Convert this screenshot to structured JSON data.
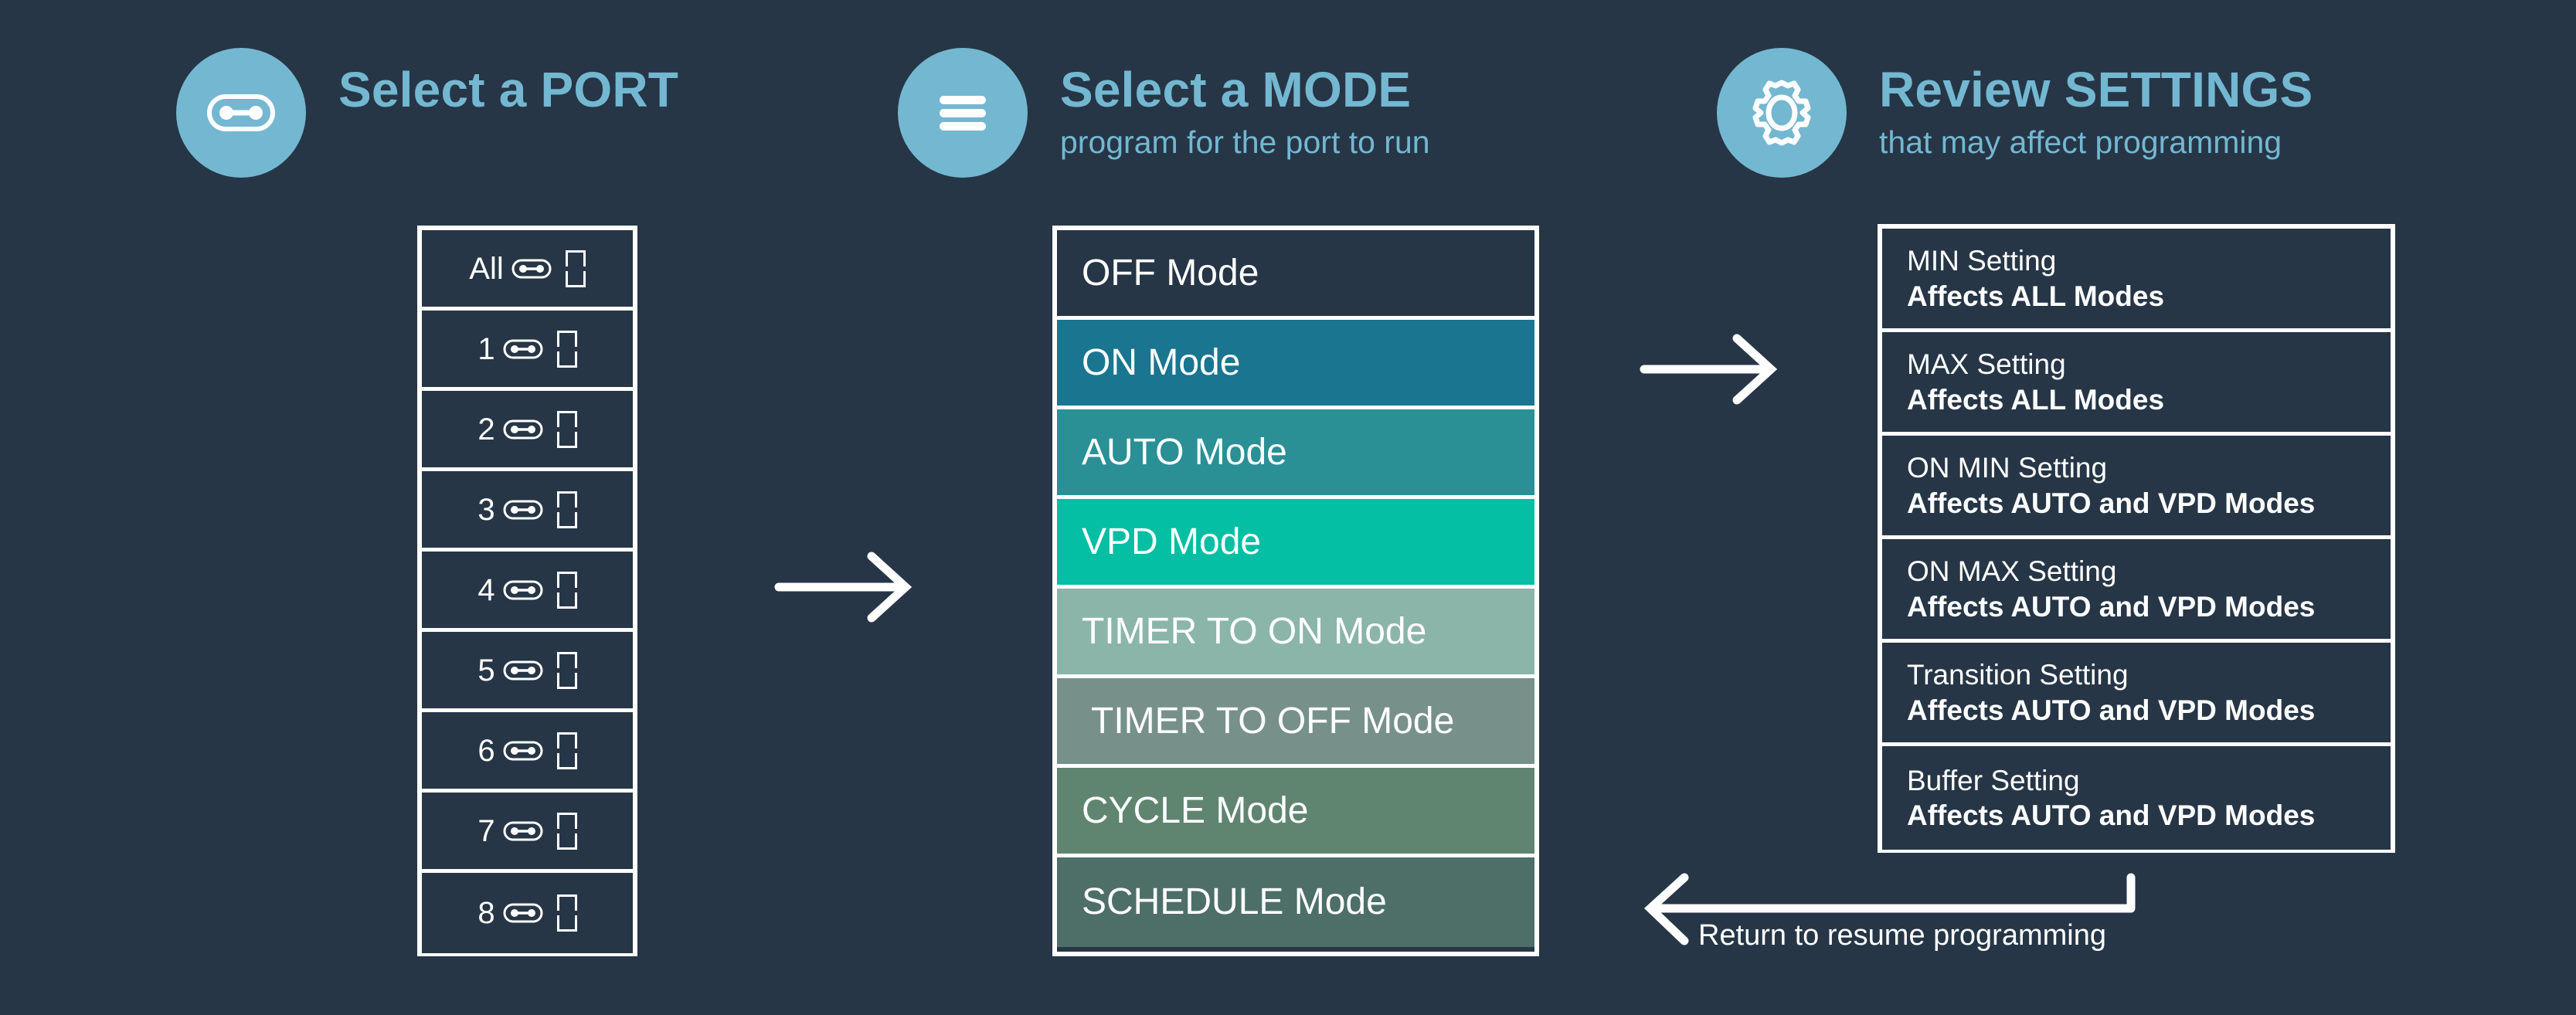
{
  "background_color": "#263646",
  "accent_color": "#74b7d1",
  "border_color": "#ffffff",
  "steps": [
    {
      "icon": "port-connector-icon",
      "title": "Select a PORT",
      "subtitle": ""
    },
    {
      "icon": "hamburger-menu-icon",
      "title": "Select a MODE",
      "subtitle": "program for the port to run"
    },
    {
      "icon": "gear-icon",
      "title": "Review SETTINGS",
      "subtitle": "that may affect programming"
    }
  ],
  "ports": {
    "rows": [
      {
        "label": "All",
        "icon": "port-connector-icon",
        "glyph": "missing-glyph-box"
      },
      {
        "label": "1",
        "icon": "port-connector-icon",
        "glyph": "missing-glyph-box"
      },
      {
        "label": "2",
        "icon": "port-connector-icon",
        "glyph": "missing-glyph-box"
      },
      {
        "label": "3",
        "icon": "port-connector-icon",
        "glyph": "missing-glyph-box"
      },
      {
        "label": "4",
        "icon": "port-connector-icon",
        "glyph": "missing-glyph-box"
      },
      {
        "label": "5",
        "icon": "port-connector-icon",
        "glyph": "missing-glyph-box"
      },
      {
        "label": "6",
        "icon": "port-connector-icon",
        "glyph": "missing-glyph-box"
      },
      {
        "label": "7",
        "icon": "port-connector-icon",
        "glyph": "missing-glyph-box"
      },
      {
        "label": "8",
        "icon": "port-connector-icon",
        "glyph": "missing-glyph-box"
      }
    ]
  },
  "modes": {
    "rows": [
      {
        "label": "OFF Mode",
        "color": "#263646"
      },
      {
        "label": "ON Mode",
        "color": "#1a7590"
      },
      {
        "label": "AUTO Mode",
        "color": "#2b8f96"
      },
      {
        "label": "VPD Mode",
        "color": "#04bfa3"
      },
      {
        "label": "TIMER TO ON Mode",
        "color": "#8bb5a9"
      },
      {
        "label": "TIMER TO OFF Mode",
        "color": "#77918a"
      },
      {
        "label": "CYCLE Mode",
        "color": "#5f8570"
      },
      {
        "label": "SCHEDULE Mode",
        "color": "#4d6f68"
      }
    ]
  },
  "settings": {
    "rows": [
      {
        "title": "MIN Setting",
        "affects": "Affects ALL Modes"
      },
      {
        "title": "MAX Setting",
        "affects": "Affects ALL Modes"
      },
      {
        "title": "ON MIN Setting",
        "affects": "Affects AUTO and VPD Modes"
      },
      {
        "title": "ON MAX Setting",
        "affects": "Affects AUTO and VPD Modes"
      },
      {
        "title": "Transition Setting",
        "affects": "Affects AUTO and VPD Modes"
      },
      {
        "title": "Buffer Setting",
        "affects": "Affects AUTO and VPD Modes"
      }
    ]
  },
  "arrows": {
    "port_to_mode": "arrow-right-icon",
    "mode_to_settings": "arrow-right-icon",
    "return": "arrow-return-left-icon",
    "return_caption": "Return to resume programming"
  }
}
